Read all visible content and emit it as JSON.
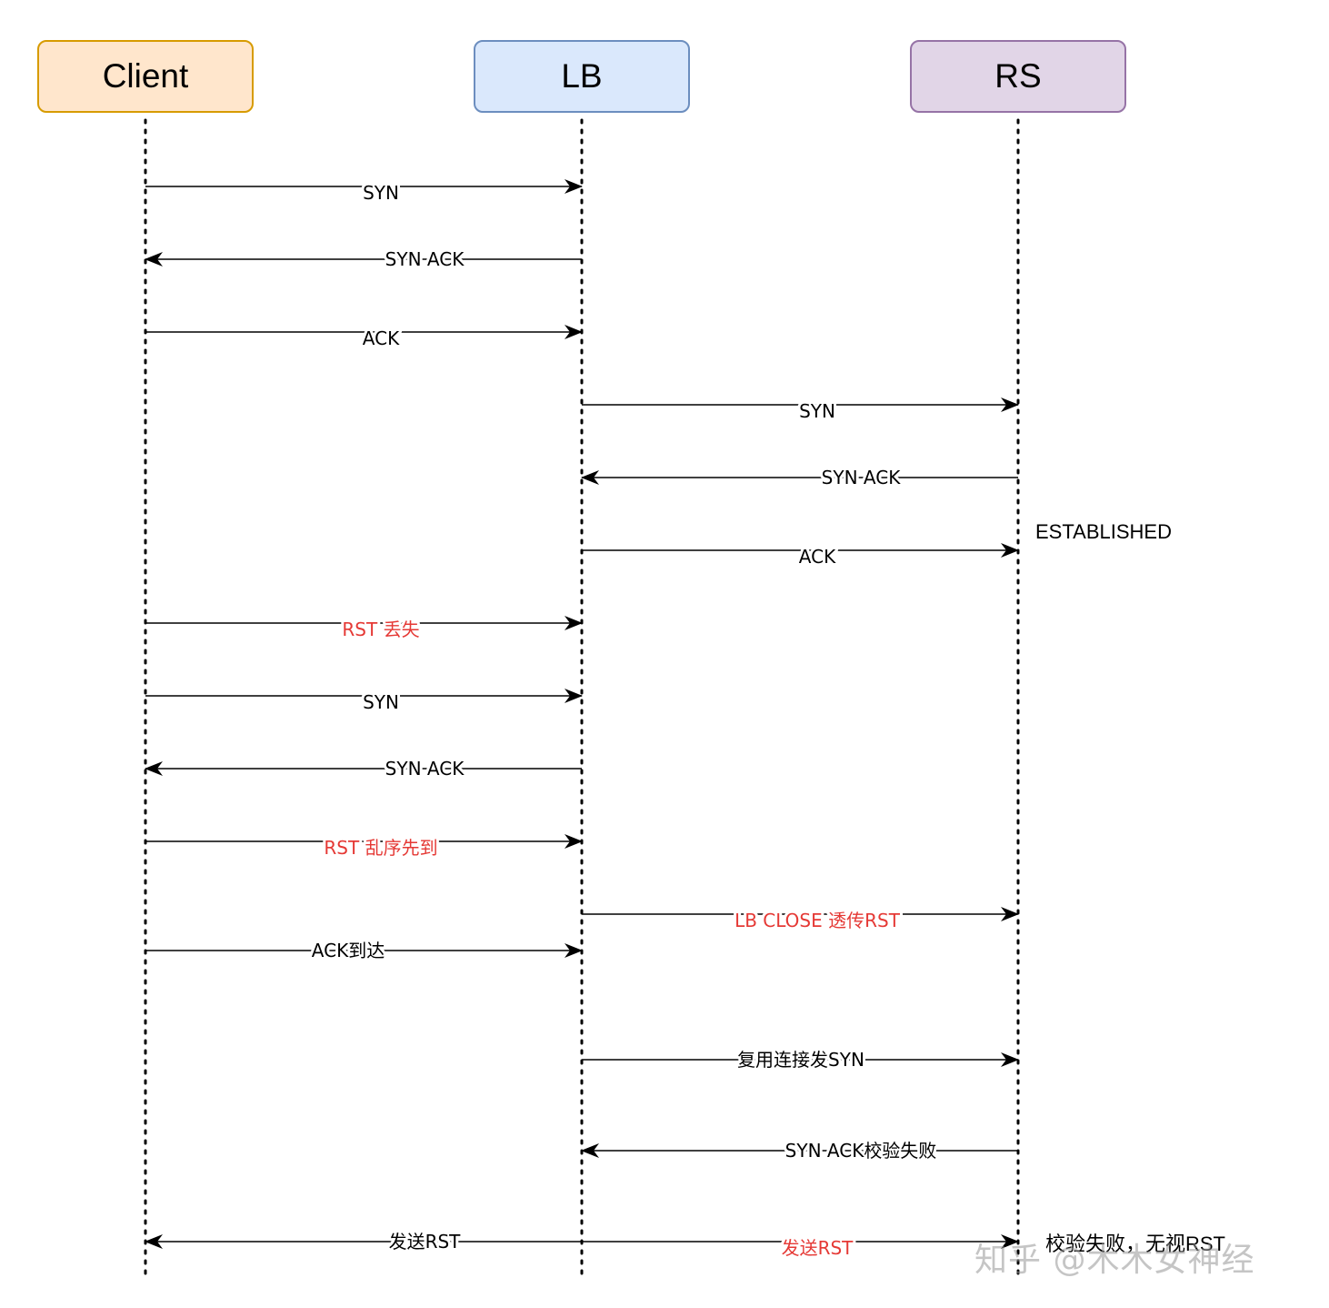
{
  "colors": {
    "client_fill": "#ffe6cc",
    "client_stroke": "#d79b00",
    "lb_fill": "#dae8fc",
    "lb_stroke": "#6c8ebf",
    "rs_fill": "#e1d5e7",
    "rs_stroke": "#9673a6",
    "line": "#000000",
    "highlight": "#e53935"
  },
  "actors": [
    {
      "id": "client",
      "label": "Client"
    },
    {
      "id": "lb",
      "label": "LB"
    },
    {
      "id": "rs",
      "label": "RS"
    }
  ],
  "messages": [
    {
      "from": "client",
      "to": "lb",
      "label": "SYN",
      "highlight": false
    },
    {
      "from": "lb",
      "to": "client",
      "label": "SYN ACK",
      "highlight": false
    },
    {
      "from": "client",
      "to": "lb",
      "label": "ACK",
      "highlight": false
    },
    {
      "from": "lb",
      "to": "rs",
      "label": "SYN",
      "highlight": false
    },
    {
      "from": "rs",
      "to": "lb",
      "label": "SYN ACK",
      "highlight": false
    },
    {
      "from": "lb",
      "to": "rs",
      "label": "ACK",
      "highlight": false
    },
    {
      "from": "client",
      "to": "lb",
      "label": "RST 丢失",
      "highlight": true
    },
    {
      "from": "client",
      "to": "lb",
      "label": "SYN",
      "highlight": false
    },
    {
      "from": "lb",
      "to": "client",
      "label": "SYN ACK",
      "highlight": false
    },
    {
      "from": "client",
      "to": "lb",
      "label": "RST 乱序先到",
      "highlight": true
    },
    {
      "from": "lb",
      "to": "rs",
      "label": "LB CLOSE 透传RST",
      "highlight": true
    },
    {
      "from": "client",
      "to": "lb",
      "label": "ACK到达",
      "highlight": false
    },
    {
      "from": "lb",
      "to": "rs",
      "label": "复用连接发SYN",
      "highlight": false
    },
    {
      "from": "rs",
      "to": "lb",
      "label": "SYN ACK校验失败",
      "highlight": false
    },
    {
      "from": "lb",
      "to": "client",
      "label": "发送RST",
      "highlight": false
    },
    {
      "from": "lb",
      "to": "rs",
      "label": "发送RST",
      "highlight": true
    }
  ],
  "notes": {
    "established": "ESTABLISHED",
    "ignore_rst": "校验失败，无视RST"
  },
  "watermark": "知乎 @木木女神经"
}
